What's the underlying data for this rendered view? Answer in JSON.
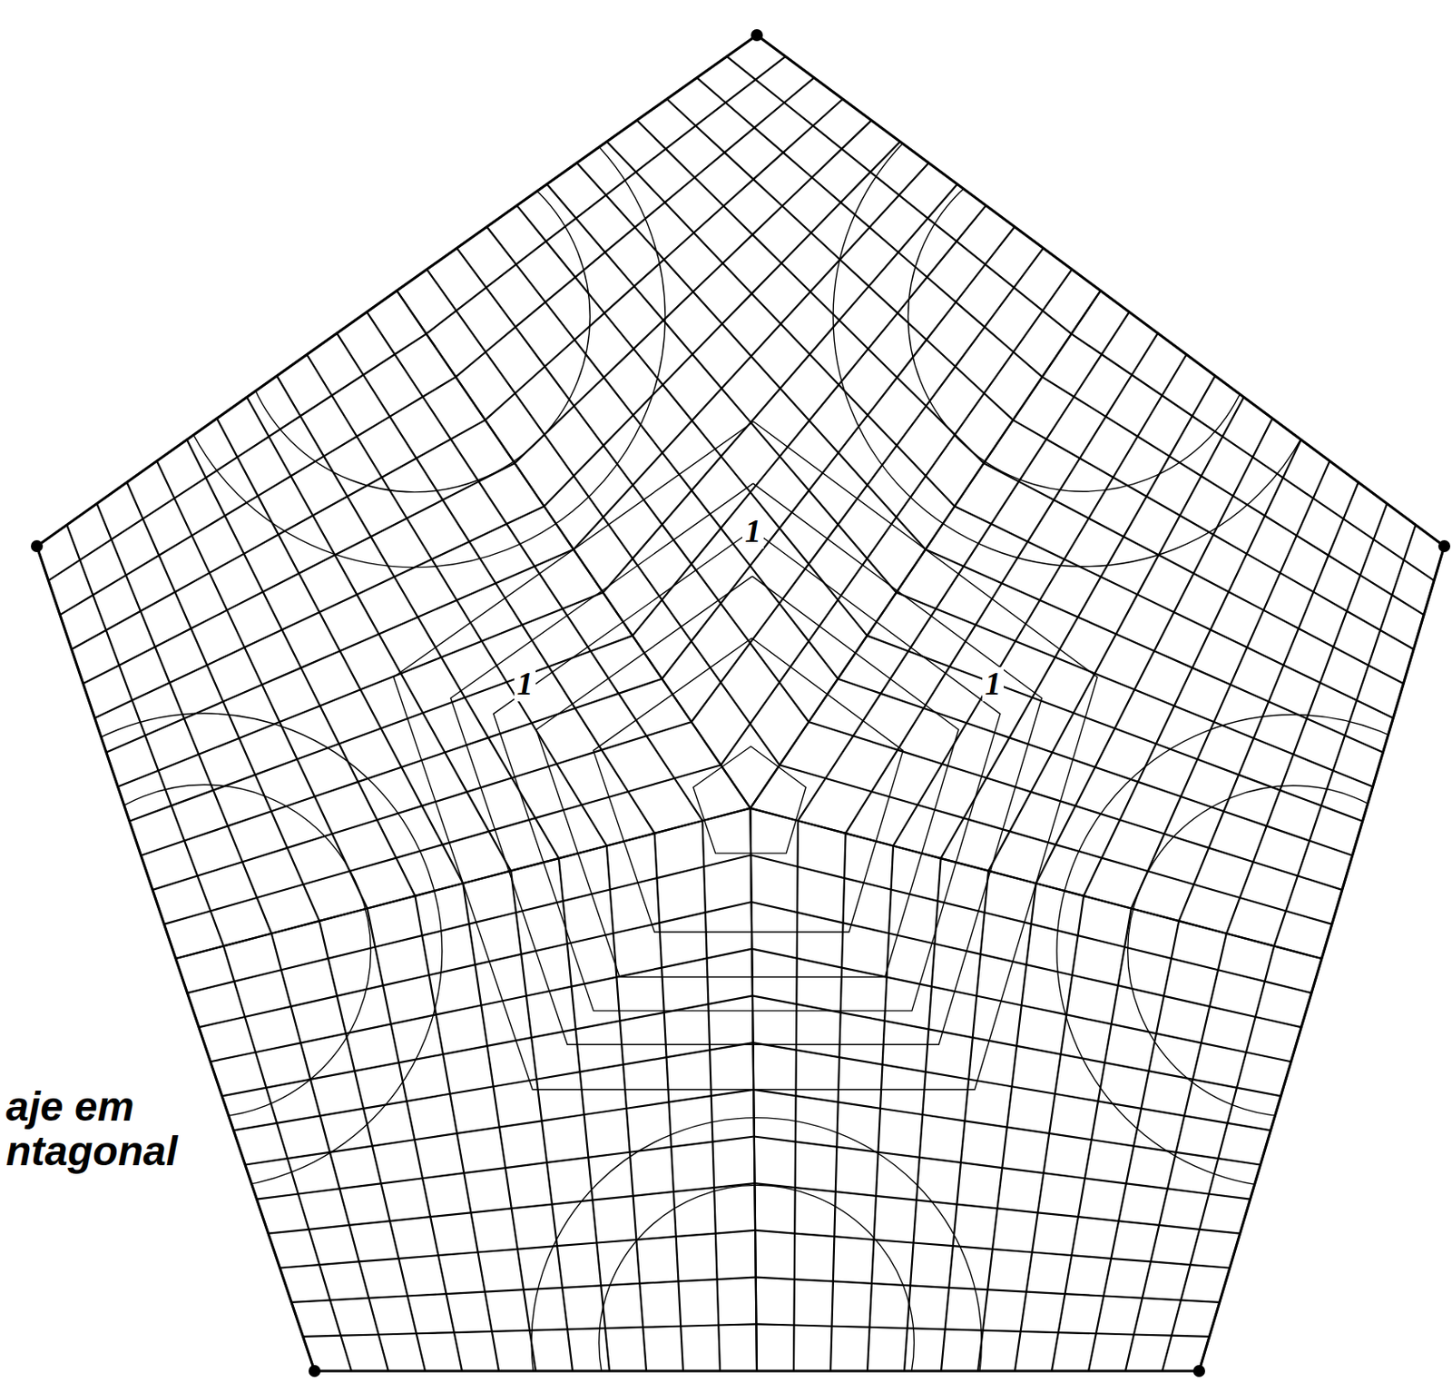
{
  "diagram": {
    "labels": [
      "1",
      "1",
      "1",
      "aje em",
      "ntagonal"
    ]
  }
}
